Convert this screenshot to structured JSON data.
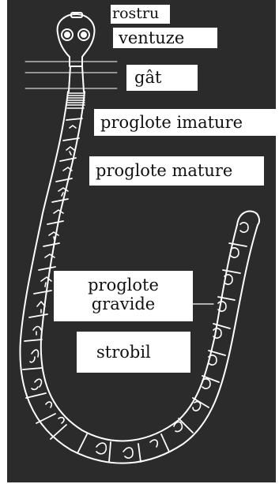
{
  "labels": {
    "rostru": "rostru",
    "ventuze": "ventuze",
    "gat": "gât",
    "proglote_imature": "proglote imature",
    "proglote_mature": "proglote mature",
    "proglote_gravide": "proglote\ngravide",
    "strobil": "strobil"
  },
  "colors": {
    "background": "#2b2b2b",
    "drawing": "#ffffff",
    "label_box": "#ffffff",
    "label_text": "#111111"
  }
}
